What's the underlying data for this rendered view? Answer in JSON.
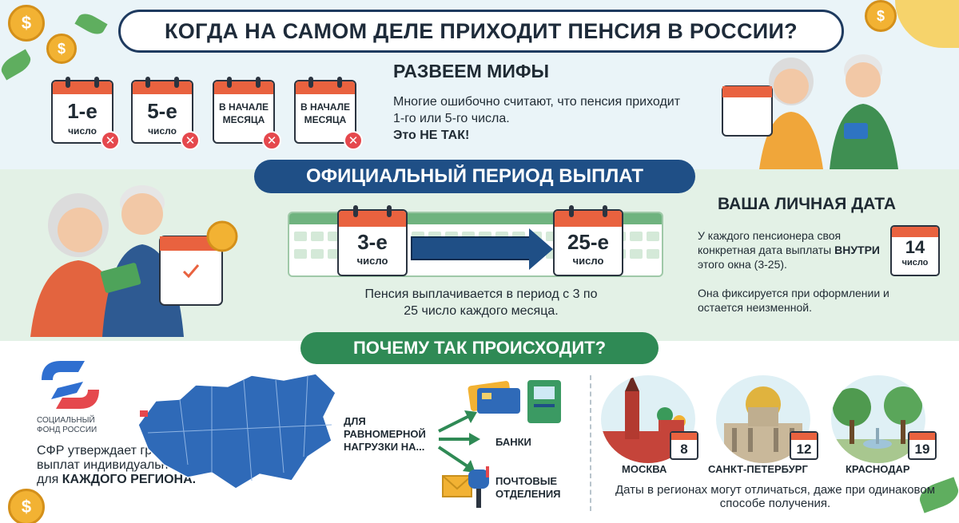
{
  "header": {
    "title": "КОГДА НА САМОМ ДЕЛЕ ПРИХОДИТ ПЕНСИЯ В РОССИИ?"
  },
  "myths": {
    "heading": "РАЗВЕЕМ МИФЫ",
    "text": "Многие ошибочно считают, что пенсия приходит 1-го или 5-го числа.",
    "emphasis": "Это НЕ ТАК!",
    "calendars": [
      {
        "big": "1-е",
        "small": "число"
      },
      {
        "big": "5-е",
        "small": "число"
      },
      {
        "line1": "В НАЧАЛЕ",
        "line2": "МЕСЯЦА"
      },
      {
        "line1": "В НАЧАЛЕ",
        "line2": "МЕСЯЦА"
      }
    ]
  },
  "official": {
    "heading": "ОФИЦИАЛЬНЫЙ ПЕРИОД ВЫПЛАТ",
    "start": {
      "big": "3-е",
      "small": "число"
    },
    "end": {
      "big": "25-е",
      "small": "число"
    },
    "text": "Пенсия выплачивается в период с 3 по 25 число каждого месяца."
  },
  "personal": {
    "heading": "ВАША ЛИЧНАЯ ДАТА",
    "text_pre": "У каждого пенсионера своя конкретная дата выплаты ",
    "text_bold": "ВНУТРИ",
    "text_post": " этого окна (3-25).",
    "text2": "Она фиксируется при оформлении и остается неизменной.",
    "calendar": {
      "big": "14",
      "small": "число"
    }
  },
  "why": {
    "heading": "ПОЧЕМУ ТАК ПРОИСХОДИТ?",
    "logo_line1": "СОЦИАЛЬНЫЙ",
    "logo_line2": "ФОНД РОССИИ",
    "sfr_text": "СФР утверждает графики выплат индивидуально для ",
    "sfr_bold": "КАЖДОГО РЕГИОНА.",
    "load_text": "ДЛЯ РАВНОМЕРНОЙ НАГРУЗКИ НА...",
    "banks": "БАНКИ",
    "post": "ПОЧТОВЫЕ ОТДЕЛЕНИЯ"
  },
  "regions": {
    "cities": [
      {
        "name": "МОСКВА",
        "day": "8"
      },
      {
        "name": "САНКТ-ПЕТЕРБУРГ",
        "day": "12"
      },
      {
        "name": "КРАСНОДАР",
        "day": "19"
      }
    ],
    "note": "Даты в регионах могут отличаться, даже при одинаковом способе получения."
  },
  "icons": {
    "coin": "ruble-coin-icon",
    "xmark": "close-icon",
    "check": "check-icon",
    "arrow": "arrow-right-icon"
  },
  "colors": {
    "navy": "#1f4f86",
    "green": "#2f8a55",
    "orange": "#e9623f",
    "red": "#e5484d",
    "gold": "#f2b233"
  }
}
